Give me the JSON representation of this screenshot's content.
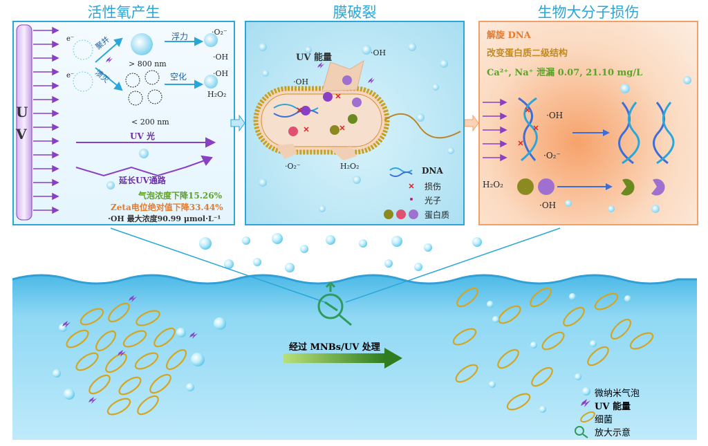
{
  "titles": {
    "ros": "活性氧产生",
    "membrane": "膜破裂",
    "biomolecule": "生物大分子损伤"
  },
  "panel1": {
    "uv_letters": [
      "U",
      "V"
    ],
    "electron": "e⁻",
    "aggregate": "聚并",
    "collapse": "溃灭",
    "float": "浮力",
    "cavitation": "空化",
    "size_large": "> 800 nm",
    "size_small": "< 200 nm",
    "radical_o2": "·O₂⁻",
    "radical_oh": "·OH",
    "h2o2": "H₂O₂",
    "uv_light": "UV 光",
    "extend_path": "延长UV通路",
    "stat_bubble": "气泡浓度下降15.26%",
    "stat_zeta": "Zeta电位绝对值下降33.44%",
    "stat_oh": "·OH 最大浓度90.99 μmol·L⁻¹"
  },
  "panel2": {
    "uv_energy": "UV 能量",
    "oh": "·OH",
    "o2": "·O₂⁻",
    "h2o2": "H₂O₂",
    "legend": {
      "dna": "DNA",
      "damage": "损伤",
      "photon": "光子",
      "protein": "蛋白质"
    }
  },
  "panel3": {
    "unwind": "解旋 DNA",
    "protein_change": "改变蛋白质二级结构",
    "leak": "Ca²⁺, Na⁺ 泄漏 0.07, 21.10 mg/L",
    "oh": "·OH",
    "o2": "·O₂⁻",
    "h2o2": "H₂O₂"
  },
  "bottom": {
    "process_label": "经过 MNBs/UV 处理",
    "legend": {
      "bubble": "微纳米气泡",
      "uv_energy": "UV 能量",
      "bacteria": "细菌",
      "zoom": "放大示意"
    }
  },
  "colors": {
    "panel_blue": "#2aa6d8",
    "panel_orange": "#f2a06a",
    "uv_purple": "#8a3fc4",
    "green_text": "#5da02a",
    "orange_text": "#e67a2e",
    "water": "#7fd0f0",
    "bacteria": "#d4a520"
  }
}
